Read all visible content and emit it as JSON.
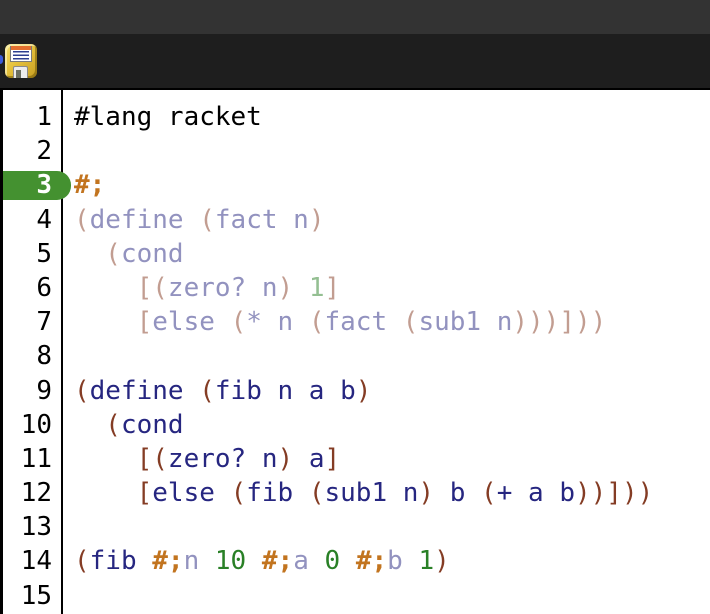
{
  "colors": {
    "topbar": "#333333",
    "toolbar": "#1e1e1e",
    "border": "#000000",
    "editor-bg": "#ffffff",
    "plain": "#000000",
    "paren": "#843c24",
    "symbol": "#262680",
    "constant": "#298026",
    "comment": "#c2741f",
    "gray-paren": "#c29d91",
    "gray-symbol": "#9292bf",
    "gray-constant": "#94bf92",
    "active-line-bg": "#449130",
    "active-line-text": "#ffffff"
  },
  "toolbar": {
    "save_icon": "floppy-disk-save-icon"
  },
  "editor": {
    "language": "racket",
    "active_line": "3",
    "lines": [
      {
        "num": "1",
        "tokens": [
          [
            "plain",
            "#lang racket"
          ]
        ]
      },
      {
        "num": "2",
        "tokens": []
      },
      {
        "num": "3",
        "tokens": [
          [
            "comment",
            "#;"
          ]
        ]
      },
      {
        "num": "4",
        "tokens": [
          [
            "gparen",
            "("
          ],
          [
            "gsym",
            "define "
          ],
          [
            "gparen",
            "("
          ],
          [
            "gsym",
            "fact n"
          ],
          [
            "gparen",
            ")"
          ]
        ]
      },
      {
        "num": "5",
        "tokens": [
          [
            "gparen",
            "  ("
          ],
          [
            "gsym",
            "cond"
          ]
        ]
      },
      {
        "num": "6",
        "tokens": [
          [
            "gparen",
            "    [("
          ],
          [
            "gsym",
            "zero? n"
          ],
          [
            "gparen",
            ") "
          ],
          [
            "gconst",
            "1"
          ],
          [
            "gparen",
            "]"
          ]
        ]
      },
      {
        "num": "7",
        "tokens": [
          [
            "gparen",
            "    ["
          ],
          [
            "gsym",
            "else "
          ],
          [
            "gparen",
            "("
          ],
          [
            "gsym",
            "* n "
          ],
          [
            "gparen",
            "("
          ],
          [
            "gsym",
            "fact "
          ],
          [
            "gparen",
            "("
          ],
          [
            "gsym",
            "sub1 n"
          ],
          [
            "gparen",
            ")))]))"
          ]
        ]
      },
      {
        "num": "8",
        "tokens": []
      },
      {
        "num": "9",
        "tokens": [
          [
            "paren",
            "("
          ],
          [
            "sym",
            "define "
          ],
          [
            "paren",
            "("
          ],
          [
            "sym",
            "fib n a b"
          ],
          [
            "paren",
            ")"
          ]
        ]
      },
      {
        "num": "10",
        "tokens": [
          [
            "paren",
            "  ("
          ],
          [
            "sym",
            "cond"
          ]
        ]
      },
      {
        "num": "11",
        "tokens": [
          [
            "paren",
            "    [("
          ],
          [
            "sym",
            "zero? n"
          ],
          [
            "paren",
            ") "
          ],
          [
            "sym",
            "a"
          ],
          [
            "paren",
            "]"
          ]
        ]
      },
      {
        "num": "12",
        "tokens": [
          [
            "paren",
            "    ["
          ],
          [
            "sym",
            "else "
          ],
          [
            "paren",
            "("
          ],
          [
            "sym",
            "fib "
          ],
          [
            "paren",
            "("
          ],
          [
            "sym",
            "sub1 n"
          ],
          [
            "paren",
            ") "
          ],
          [
            "sym",
            "b "
          ],
          [
            "paren",
            "("
          ],
          [
            "sym",
            "+ a b"
          ],
          [
            "paren",
            "))]))"
          ]
        ]
      },
      {
        "num": "13",
        "tokens": []
      },
      {
        "num": "14",
        "tokens": [
          [
            "paren",
            "("
          ],
          [
            "sym",
            "fib "
          ],
          [
            "comment",
            "#;"
          ],
          [
            "gsym",
            "n"
          ],
          [
            "plain",
            " "
          ],
          [
            "const",
            "10"
          ],
          [
            "plain",
            " "
          ],
          [
            "comment",
            "#;"
          ],
          [
            "gsym",
            "a"
          ],
          [
            "plain",
            " "
          ],
          [
            "const",
            "0"
          ],
          [
            "plain",
            " "
          ],
          [
            "comment",
            "#;"
          ],
          [
            "gsym",
            "b"
          ],
          [
            "plain",
            " "
          ],
          [
            "const",
            "1"
          ],
          [
            "paren",
            ")"
          ]
        ]
      },
      {
        "num": "15",
        "tokens": []
      }
    ]
  }
}
